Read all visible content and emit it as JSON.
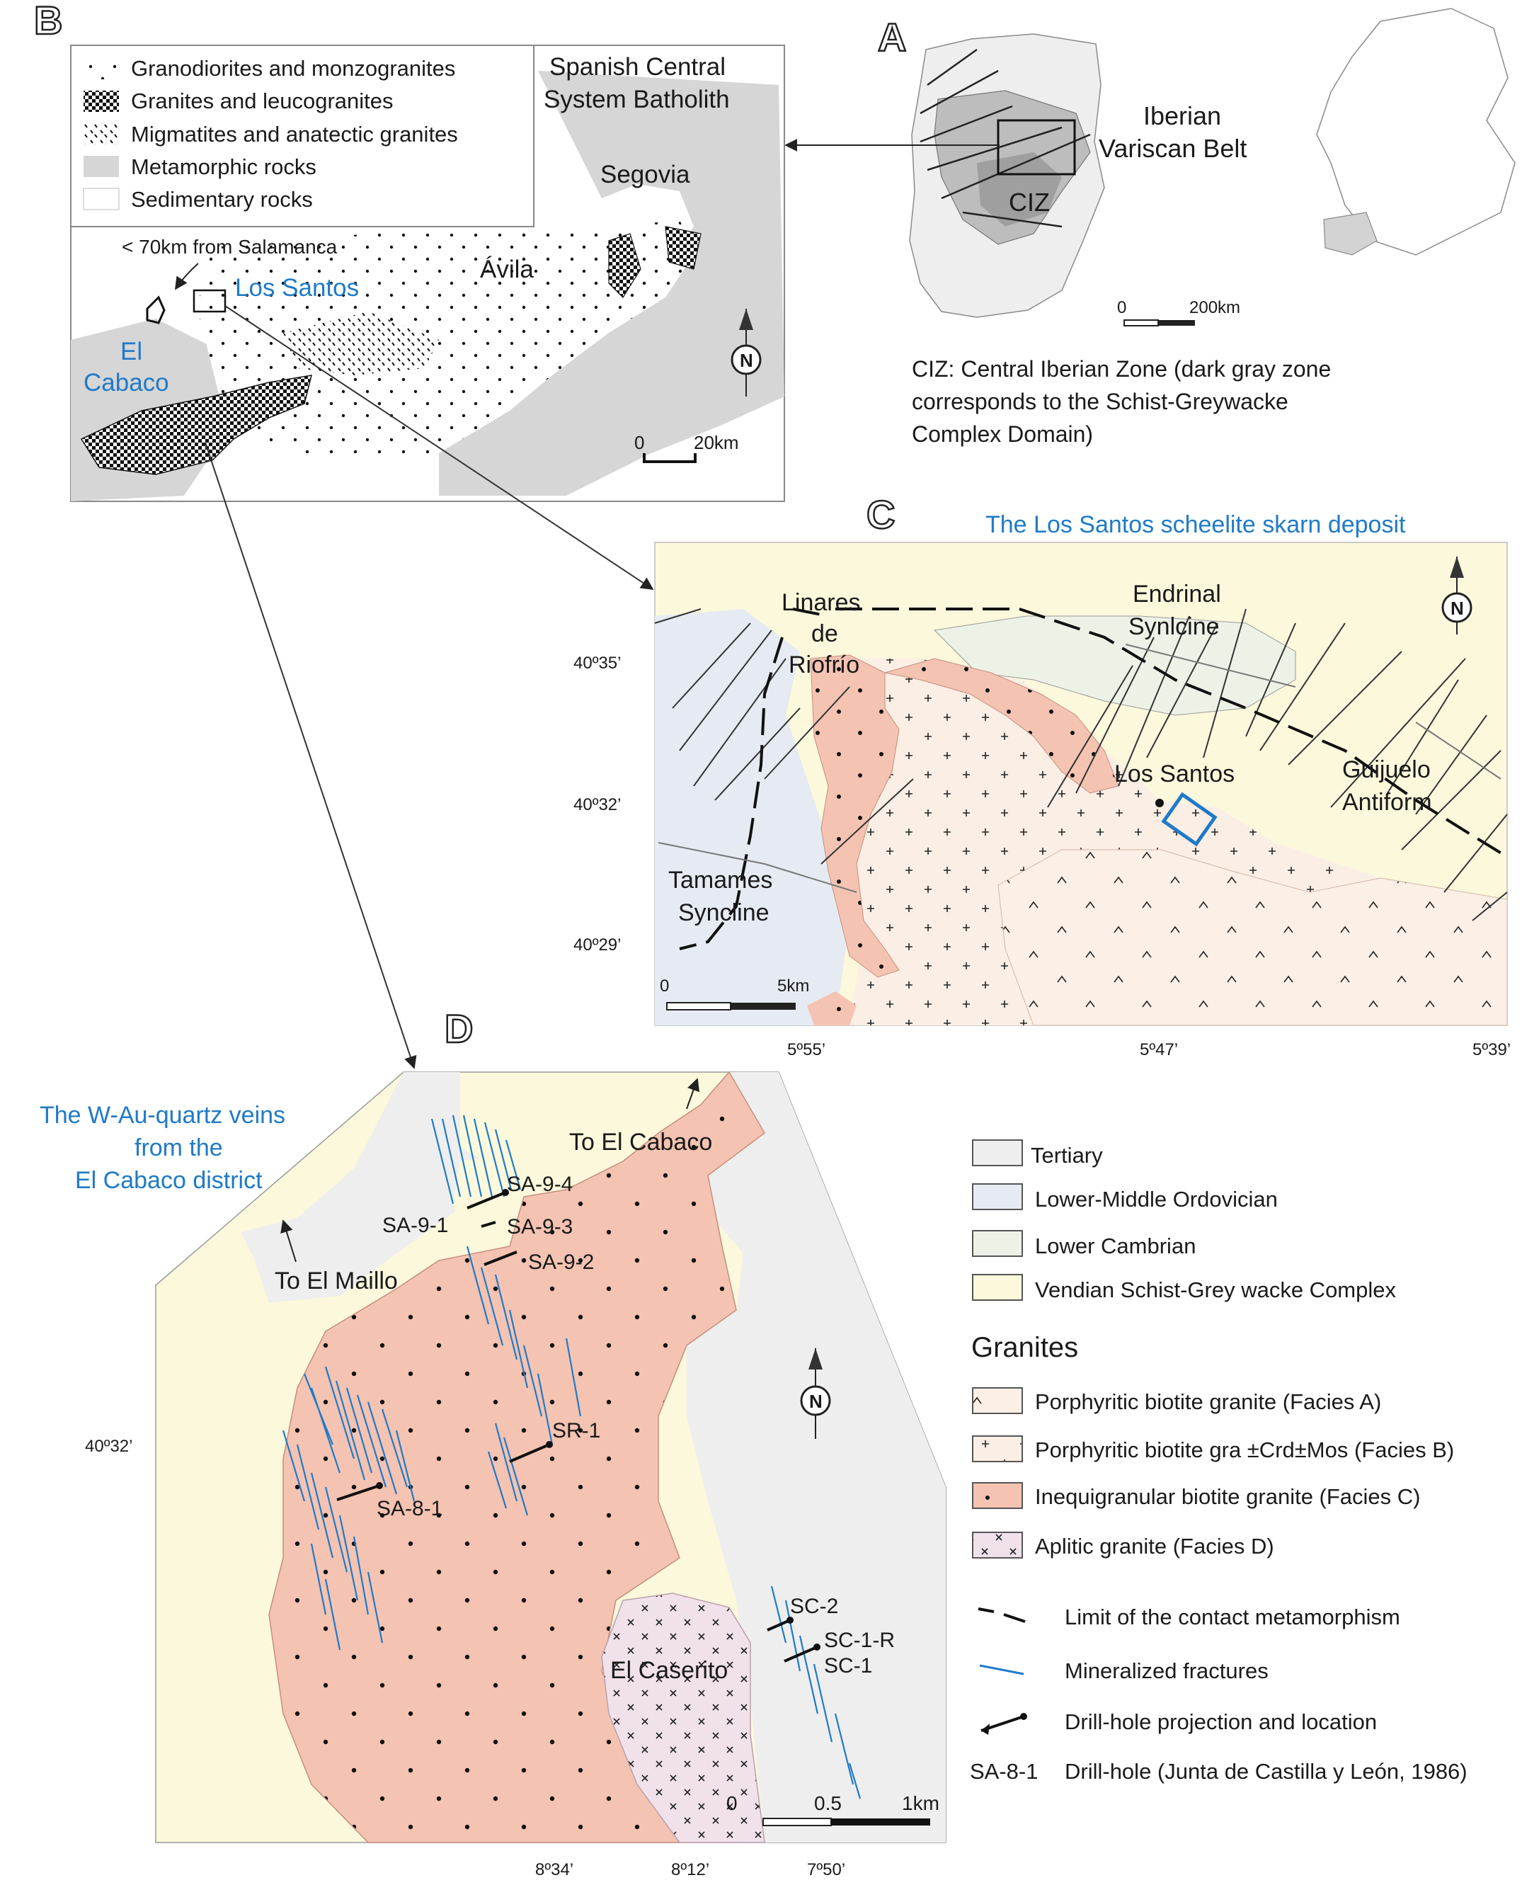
{
  "colors": {
    "metamorphic": "#d6d6d6",
    "tertiary": "#eeeeee",
    "ordovician": "#e6ebf3",
    "cambrian": "#edf2e6",
    "vendian": "#fbf8dc",
    "faciesA": "#fbefe6",
    "faciesB": "#fbeee4",
    "faciesC": "#f5c3b2",
    "faciesD": "#f1e1ea",
    "fracture": "#1f7ac7",
    "accent_blue": "#1f7ac7",
    "ink": "#1a1a1a"
  },
  "panels": {
    "a": "A",
    "b": "B",
    "c": "C",
    "d": "D"
  },
  "panel_b": {
    "legend": [
      {
        "label": "Granodiorites and monzogranites",
        "icon": "dot-pattern"
      },
      {
        "label": "Granites and leucogranites",
        "icon": "checker-pattern"
      },
      {
        "label": "Migmatites and anatectic granites",
        "icon": "hatch-pattern"
      },
      {
        "label": "Metamorphic rocks",
        "icon": "gray-fill"
      },
      {
        "label": "Sedimentary rocks",
        "icon": "white-fill"
      }
    ],
    "title_line1": "Spanish Central",
    "title_line2": "System Batholith",
    "places": {
      "segovia": "Segovia",
      "avila": "Ávila",
      "los_santos": "Los Santos",
      "el": "El",
      "cabaco": "Cabaco"
    },
    "note": "< 70km from Salamanca",
    "scale_zero": "0",
    "scale_end": "20km",
    "north": "N"
  },
  "panel_a": {
    "belt_line1": "Iberian",
    "belt_line2": "Variscan Belt",
    "ciz": "CIZ",
    "scale_zero": "0",
    "scale_end": "200km",
    "caption_line1": "CIZ: Central Iberian Zone (dark gray zone",
    "caption_line2": "corresponds to the Schist-Greywacke",
    "caption_line3": "Complex Domain)"
  },
  "panel_c": {
    "title": "The Los Santos scheelite skarn deposit",
    "lat_labels": [
      "40º35’",
      "40º32’",
      "40º29’"
    ],
    "lon_labels": [
      "5º55’",
      "5º47’",
      "5º39’"
    ],
    "places": {
      "linares1": "Linares",
      "linares2": "de",
      "linares3": "Riofrío",
      "endrinal1": "Endrinal",
      "endrinal2": "Synlcine",
      "los_santos": "Los Santos",
      "guijuelo1": "Guijuelo",
      "guijuelo2": "Antiform",
      "tamames1": "Tamames",
      "tamames2": "Syncline"
    },
    "scale_zero": "0",
    "scale_end": "5km",
    "north": "N"
  },
  "panel_d": {
    "title_line1": "The W-Au-quartz veins",
    "title_line2": "from the",
    "title_line3": "El Cabaco district",
    "to_cabaco": "To El Cabaco",
    "to_maillo": "To El Maillo",
    "el_caserito": "El Caserito",
    "drillholes": [
      "SA-9-4",
      "SA-9-1",
      "SA-9-3",
      "SA-9-2",
      "SR-1",
      "SA-8-1",
      "SC-2",
      "SC-1-R",
      "SC-1"
    ],
    "lat_label": "40º32’",
    "lon_labels": [
      "8º34’",
      "8º12’",
      "7º50’"
    ],
    "scale_zero": "0",
    "scale_mid": "0.5",
    "scale_end": "1km",
    "north": "N"
  },
  "legend_d": {
    "sediments": [
      {
        "label": "Tertiary",
        "icon": "tertiary-swatch"
      },
      {
        "label": "Lower-Middle Ordovician",
        "icon": "ordovician-swatch"
      },
      {
        "label": "Lower Cambrian",
        "icon": "cambrian-swatch"
      },
      {
        "label": "Vendian Schist-Grey wacke Complex",
        "icon": "vendian-swatch"
      }
    ],
    "granites_heading": "Granites",
    "granites": [
      {
        "label": "Porphyritic biotite granite (Facies A)",
        "icon": "caret-swatch"
      },
      {
        "label": "Porphyritic biotite gra ±Crd±Mos (Facies B)",
        "icon": "plus-swatch"
      },
      {
        "label": "Inequigranular biotite granite (Facies C)",
        "icon": "dot-swatch"
      },
      {
        "label": "Aplitic granite (Facies D)",
        "icon": "cross-swatch"
      }
    ],
    "symbols": [
      {
        "label": "Limit of the contact metamorphism",
        "icon": "dashed-line-icon"
      },
      {
        "label": "Mineralized fractures",
        "icon": "blue-line-icon"
      },
      {
        "label": "Drill-hole projection and location",
        "icon": "drillhole-icon"
      }
    ],
    "drillhole_key": "SA-8-1",
    "drillhole_source": "Drill-hole (Junta de Castilla y León, 1986)"
  }
}
